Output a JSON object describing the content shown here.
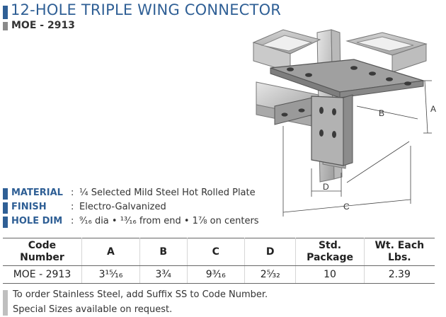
{
  "header": {
    "title": "12-HOLE TRIPLE WING CONNECTOR",
    "part_number": "MOE - 2913"
  },
  "diagram": {
    "dim_labels": [
      "A",
      "B",
      "C",
      "D"
    ]
  },
  "specs": [
    {
      "label": "MATERIAL",
      "colon": ":",
      "value": "¼ Selected Mild Steel Hot Rolled Plate"
    },
    {
      "label": "FINISH",
      "colon": ":",
      "value": "Electro-Galvanized"
    },
    {
      "label": "HOLE DIM",
      "colon": ":",
      "value": "⁹⁄₁₆ dia  •  ¹³⁄₁₆ from end  •  1⅞  on centers"
    }
  ],
  "table": {
    "headers": [
      "Code Number",
      "A",
      "B",
      "C",
      "D",
      "Std. Package",
      "Wt. Each Lbs."
    ],
    "rows": [
      [
        "MOE - 2913",
        "3¹⁵⁄₁₆",
        "3¾",
        "9³⁄₁₆",
        "2⁵⁄₃₂",
        "10",
        "2.39"
      ]
    ]
  },
  "notes": [
    "To order Stainless Steel, add Suffix SS to Code Number.",
    "Special Sizes available on request."
  ],
  "colors": {
    "accent": "#2f5f95",
    "secondary": "#8a8a8a"
  }
}
